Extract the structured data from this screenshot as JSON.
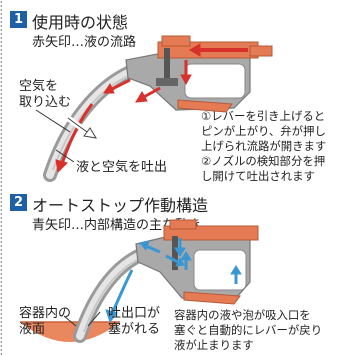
{
  "section1": {
    "number": "1",
    "title": "使用時の状態",
    "subtitle": "赤矢印…液の流路",
    "label_air": [
      "空気を",
      "取り込む"
    ],
    "label_exhaust": "液と空気を吐出",
    "note_lines": [
      "①レバーを引き上げると",
      "ピンが上がり、弁が押し",
      "上げられ流路が開きます",
      "②ノズルの検知部分を押",
      "し開けて吐出されます"
    ]
  },
  "section2": {
    "number": "2",
    "title": "オートストップ作動構造",
    "subtitle": "青矢印…内部構造の主な動き",
    "label_surface": [
      "容器内の",
      "液面"
    ],
    "label_blocked": [
      "吐出口が",
      "塞がれる"
    ],
    "note_lines": [
      "容器内の液や泡が吸入口を",
      "塞ぐと自動的にレバーが戻り",
      "液が止まります"
    ]
  },
  "colors": {
    "badge": "#1f5fa8",
    "nozzle_orange": "#e47b55",
    "body_gray": "#a9a9a9",
    "flow_red": "#d8302a",
    "motion_blue": "#3a97d4",
    "liquid_orange": "#e9875f"
  }
}
